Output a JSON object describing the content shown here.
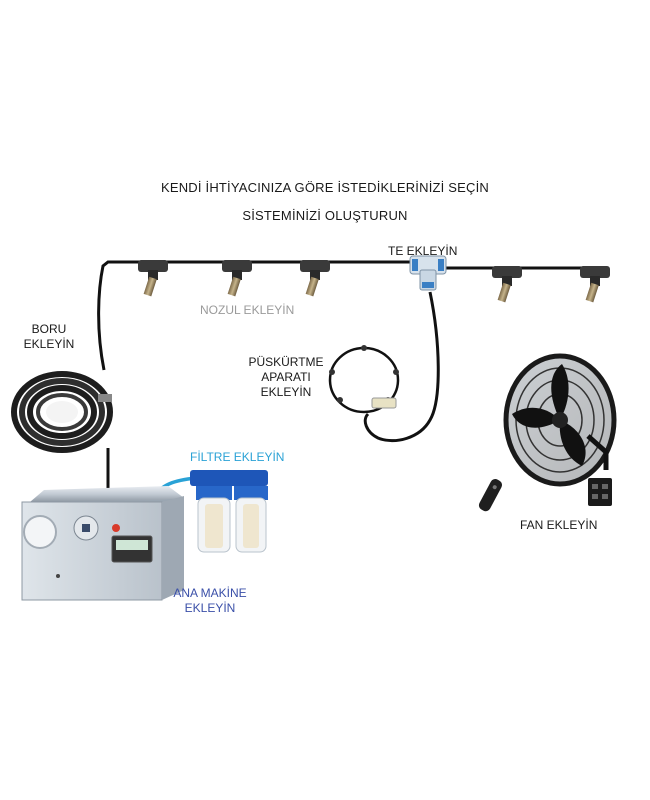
{
  "heading": {
    "line1": "KENDİ İHTİYACINIZA GÖRE İSTEDİKLERİNİZİ SEÇİN",
    "line2": "SİSTEMİNİZİ OLUŞTURUN"
  },
  "labels": {
    "te": "TE EKLEYİN",
    "nozul": "NOZUL EKLEYİN",
    "boru_line1": "BORU",
    "boru_line2": "EKLEYİN",
    "puskurtme_line1": "PÜSKÜRTME",
    "puskurtme_line2": "APARATI",
    "puskurtme_line3": "EKLEYİN",
    "filtre": "FİLTRE EKLEYİN",
    "ana_line1": "ANA MAKİNE",
    "ana_line2": "EKLEYİN",
    "fan": "FAN EKLEYİN"
  },
  "colors": {
    "text_dark": "#1a1a1a",
    "nozul_label": "#9a9a9a",
    "filtre_label": "#2aa2d6",
    "ana_label": "#3a4fa8",
    "hose_line": "#111111",
    "water_line": "#2aa2d6"
  }
}
